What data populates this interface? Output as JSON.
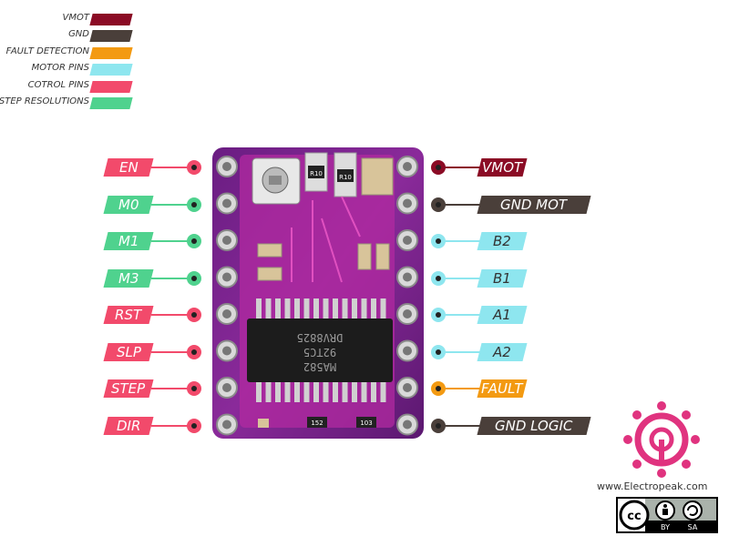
{
  "legend": [
    {
      "label": "VMOT",
      "color": "#8b0b25"
    },
    {
      "label": "GND",
      "color": "#4a3f3a"
    },
    {
      "label": "FAULT DETECTION",
      "color": "#f39a12"
    },
    {
      "label": "MOTOR PINS",
      "color": "#8ee6ef"
    },
    {
      "label": "COTROL PINS",
      "color": "#f24a6b"
    },
    {
      "label": "STEP RESOLUTIONS",
      "color": "#4fd28e"
    }
  ],
  "left_pins": [
    {
      "label": "EN",
      "color": "#f24a6b"
    },
    {
      "label": "M0",
      "color": "#4fd28e"
    },
    {
      "label": "M1",
      "color": "#4fd28e"
    },
    {
      "label": "M3",
      "color": "#4fd28e"
    },
    {
      "label": "RST",
      "color": "#f24a6b"
    },
    {
      "label": "SLP",
      "color": "#f24a6b"
    },
    {
      "label": "STEP",
      "color": "#f24a6b"
    },
    {
      "label": "DIR",
      "color": "#f24a6b"
    }
  ],
  "right_pins": [
    {
      "label": "VMOT",
      "color": "#8b0b25"
    },
    {
      "label": "GND MOT",
      "color": "#4a3f3a"
    },
    {
      "label": "B2",
      "color": "#8ee6ef"
    },
    {
      "label": "B1",
      "color": "#8ee6ef"
    },
    {
      "label": "A1",
      "color": "#8ee6ef"
    },
    {
      "label": "A2",
      "color": "#8ee6ef"
    },
    {
      "label": "FAULT",
      "color": "#f39a12"
    },
    {
      "label": "GND LOGIC",
      "color": "#4a3f3a"
    }
  ],
  "board": {
    "chip_line1": "DRV8825",
    "chip_line2": "92TC5",
    "chip_line3": "MA582",
    "resistor1": "R10",
    "resistor2": "R10",
    "smd1": "152",
    "smd2": "103"
  },
  "brand": {
    "site": "www.Electropeak.com",
    "cc_by": "BY",
    "cc_sa": "SA"
  },
  "colors": {
    "board_purple": "#7b1f8a",
    "board_magenta": "#c8249f",
    "logo_pink": "#e0337f"
  }
}
